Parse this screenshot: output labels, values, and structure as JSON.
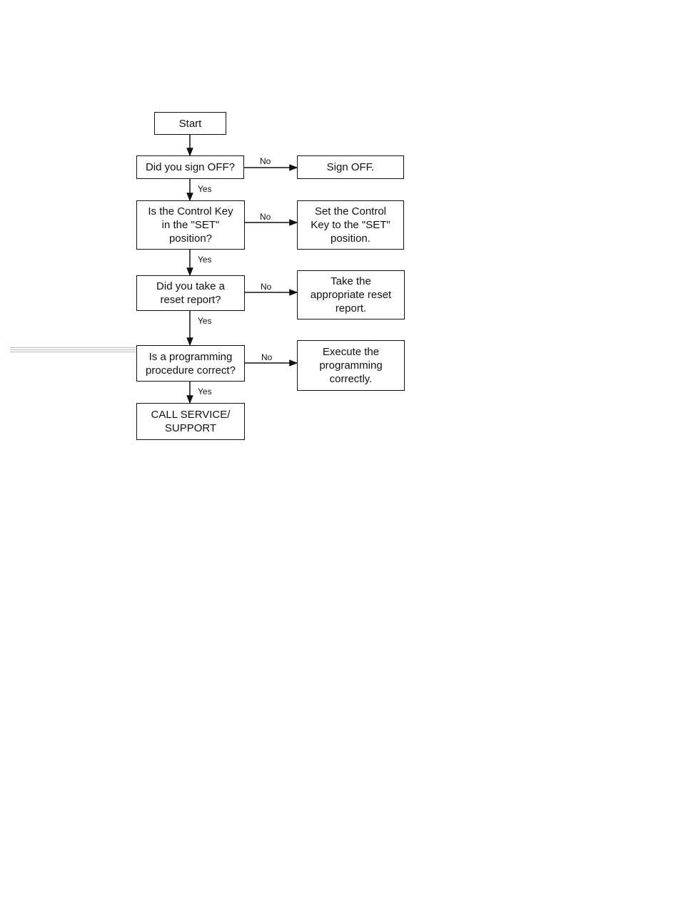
{
  "flowchart": {
    "start": "Start",
    "steps": [
      {
        "question": "Did you sign OFF?",
        "action": "Sign OFF."
      },
      {
        "question": "Is the Control Key\nin the \"SET\"\nposition?",
        "action": "Set the Control\nKey to the \"SET\"\nposition."
      },
      {
        "question": "Did you take a\nreset report?",
        "action": "Take the\nappropriate reset\nreport."
      },
      {
        "question": "Is a programming\nprocedure correct?",
        "action": "Execute the\nprogramming\ncorrectly."
      }
    ],
    "end": "CALL SERVICE/\nSUPPORT",
    "yes_label": "Yes",
    "no_label": "No"
  }
}
